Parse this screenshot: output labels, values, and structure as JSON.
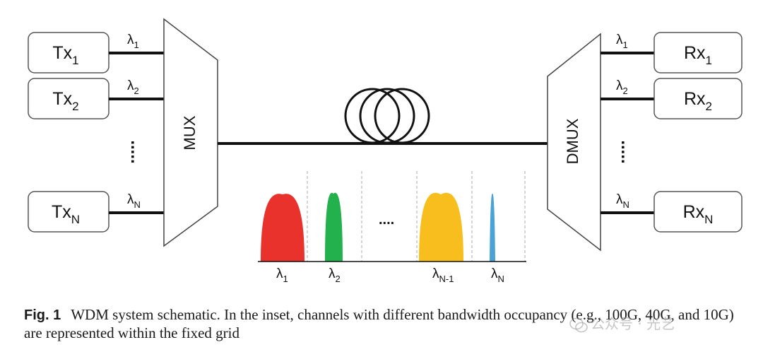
{
  "transmitters": [
    {
      "base": "Tx",
      "sub": "1",
      "lambda_base": "λ",
      "lambda_sub": "1"
    },
    {
      "base": "Tx",
      "sub": "2",
      "lambda_base": "λ",
      "lambda_sub": "2"
    },
    {
      "base": "Tx",
      "sub": "N",
      "lambda_base": "λ",
      "lambda_sub": "N"
    }
  ],
  "receivers": [
    {
      "base": "Rx",
      "sub": "1",
      "lambda_base": "λ",
      "lambda_sub": "1"
    },
    {
      "base": "Rx",
      "sub": "2",
      "lambda_base": "λ",
      "lambda_sub": "2"
    },
    {
      "base": "Rx",
      "sub": "N",
      "lambda_base": "λ",
      "lambda_sub": "N"
    }
  ],
  "mux_label": "MUX",
  "dmux_label": "DMUX",
  "tx_dots": ".....",
  "rx_dots": ".....",
  "inset": {
    "mid_dots": "....",
    "channels": [
      {
        "lambda_base": "λ",
        "lambda_sub": "1",
        "color": "#e8322b"
      },
      {
        "lambda_base": "λ",
        "lambda_sub": "2",
        "color": "#22b14c"
      },
      {
        "lambda_base": "λ",
        "lambda_sub": "N-1",
        "color": "#f7be1e"
      },
      {
        "lambda_base": "λ",
        "lambda_sub": "N",
        "color": "#4aa3d4"
      }
    ]
  },
  "caption": {
    "label": "Fig. 1",
    "text": "WDM system schematic. In the inset, channels with different bandwidth occupancy (e.g., 100G, 40G, and 10G) are represented within the fixed grid"
  },
  "watermark": "公众号 · 光艺"
}
